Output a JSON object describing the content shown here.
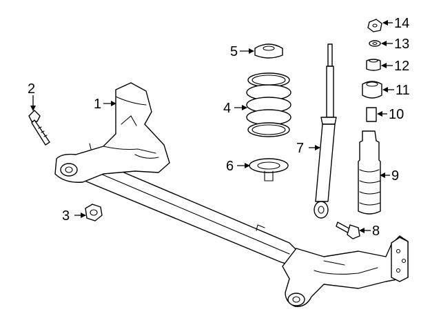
{
  "callouts": [
    {
      "id": "1",
      "part": "axle-beam"
    },
    {
      "id": "2",
      "part": "bolt"
    },
    {
      "id": "3",
      "part": "nut"
    },
    {
      "id": "4",
      "part": "coil-spring"
    },
    {
      "id": "5",
      "part": "upper-spring-insulator"
    },
    {
      "id": "6",
      "part": "lower-spring-insulator"
    },
    {
      "id": "7",
      "part": "shock-absorber"
    },
    {
      "id": "8",
      "part": "shock-bolt"
    },
    {
      "id": "9",
      "part": "dust-boot"
    },
    {
      "id": "10",
      "part": "bump-stop"
    },
    {
      "id": "11",
      "part": "upper-bushing"
    },
    {
      "id": "12",
      "part": "lower-bushing"
    },
    {
      "id": "13",
      "part": "washer"
    },
    {
      "id": "14",
      "part": "top-nut"
    }
  ]
}
